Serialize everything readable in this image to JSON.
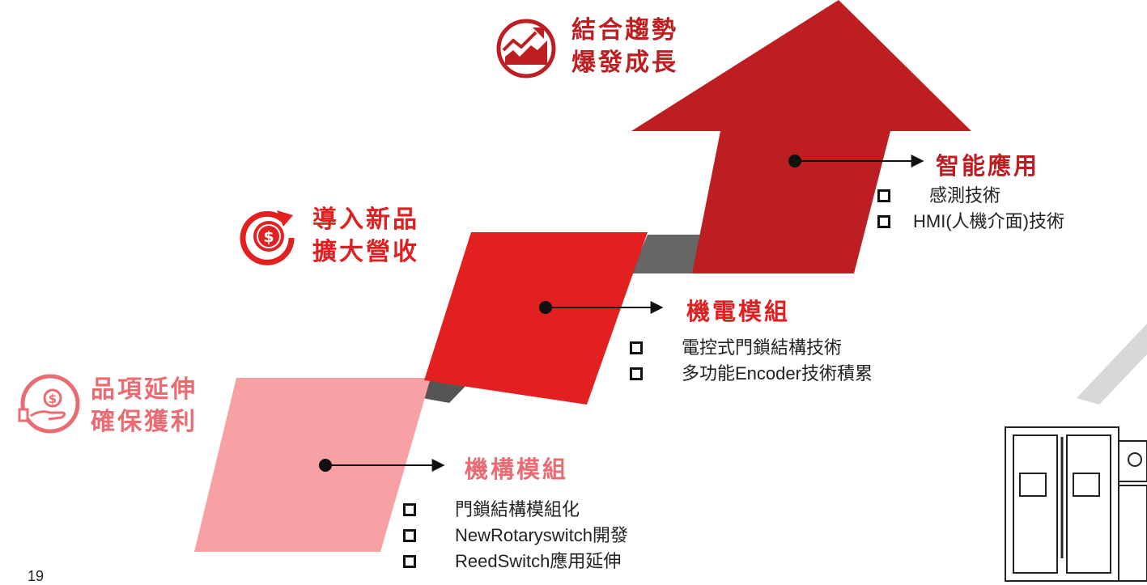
{
  "colors": {
    "pink": "#F7A1A5",
    "red": "#E22020",
    "dark_red": "#BC1E22",
    "gray": "#555555",
    "pink_text": "#E96C73",
    "red_text": "#E02020",
    "dark_red_text": "#BC1E22"
  },
  "stages": {
    "stage1": {
      "icon": "hand-coin-icon",
      "line1": "品項延伸",
      "line2": "確保獲利"
    },
    "stage2": {
      "icon": "coin-cycle-icon",
      "line1": "導入新品",
      "line2": "擴大營收"
    },
    "stage3": {
      "icon": "growth-chart-icon",
      "line1": "結合趨勢",
      "line2": "爆發成長"
    }
  },
  "sections": {
    "mechanism": {
      "title": "機構模組",
      "items": [
        "門鎖結構模組化",
        "NewRotaryswitch開發",
        "ReedSwitch應用延伸"
      ]
    },
    "electromech": {
      "title": "機電模組",
      "items": [
        "電控式門鎖結構技術",
        "多功能Encoder技術積累"
      ]
    },
    "smart": {
      "title": "智能應用",
      "items": [
        "感測技術",
        "HMI(人機介面)技術"
      ]
    }
  },
  "illustration": {
    "icon": "home-appliances-icon"
  },
  "page_number": "19"
}
